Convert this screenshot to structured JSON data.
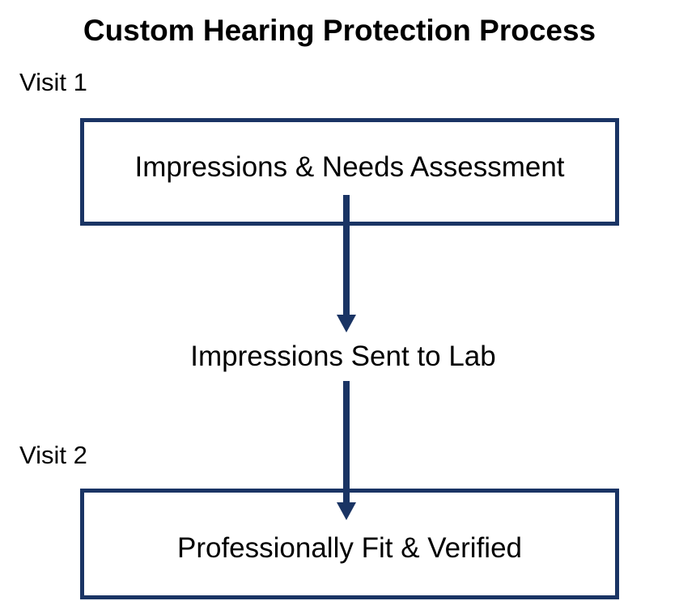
{
  "title": "Custom Hearing Protection Process",
  "visits": [
    {
      "label": "Visit 1"
    },
    {
      "label": "Visit 2"
    }
  ],
  "steps": [
    {
      "label": "Impressions & Needs Assessment"
    },
    {
      "label": "Impressions Sent to Lab"
    },
    {
      "label": "Professionally Fit & Verified"
    }
  ],
  "colors": {
    "box_border": "#1a3464",
    "arrow": "#1a3464",
    "text": "#000000",
    "background": "#ffffff"
  }
}
